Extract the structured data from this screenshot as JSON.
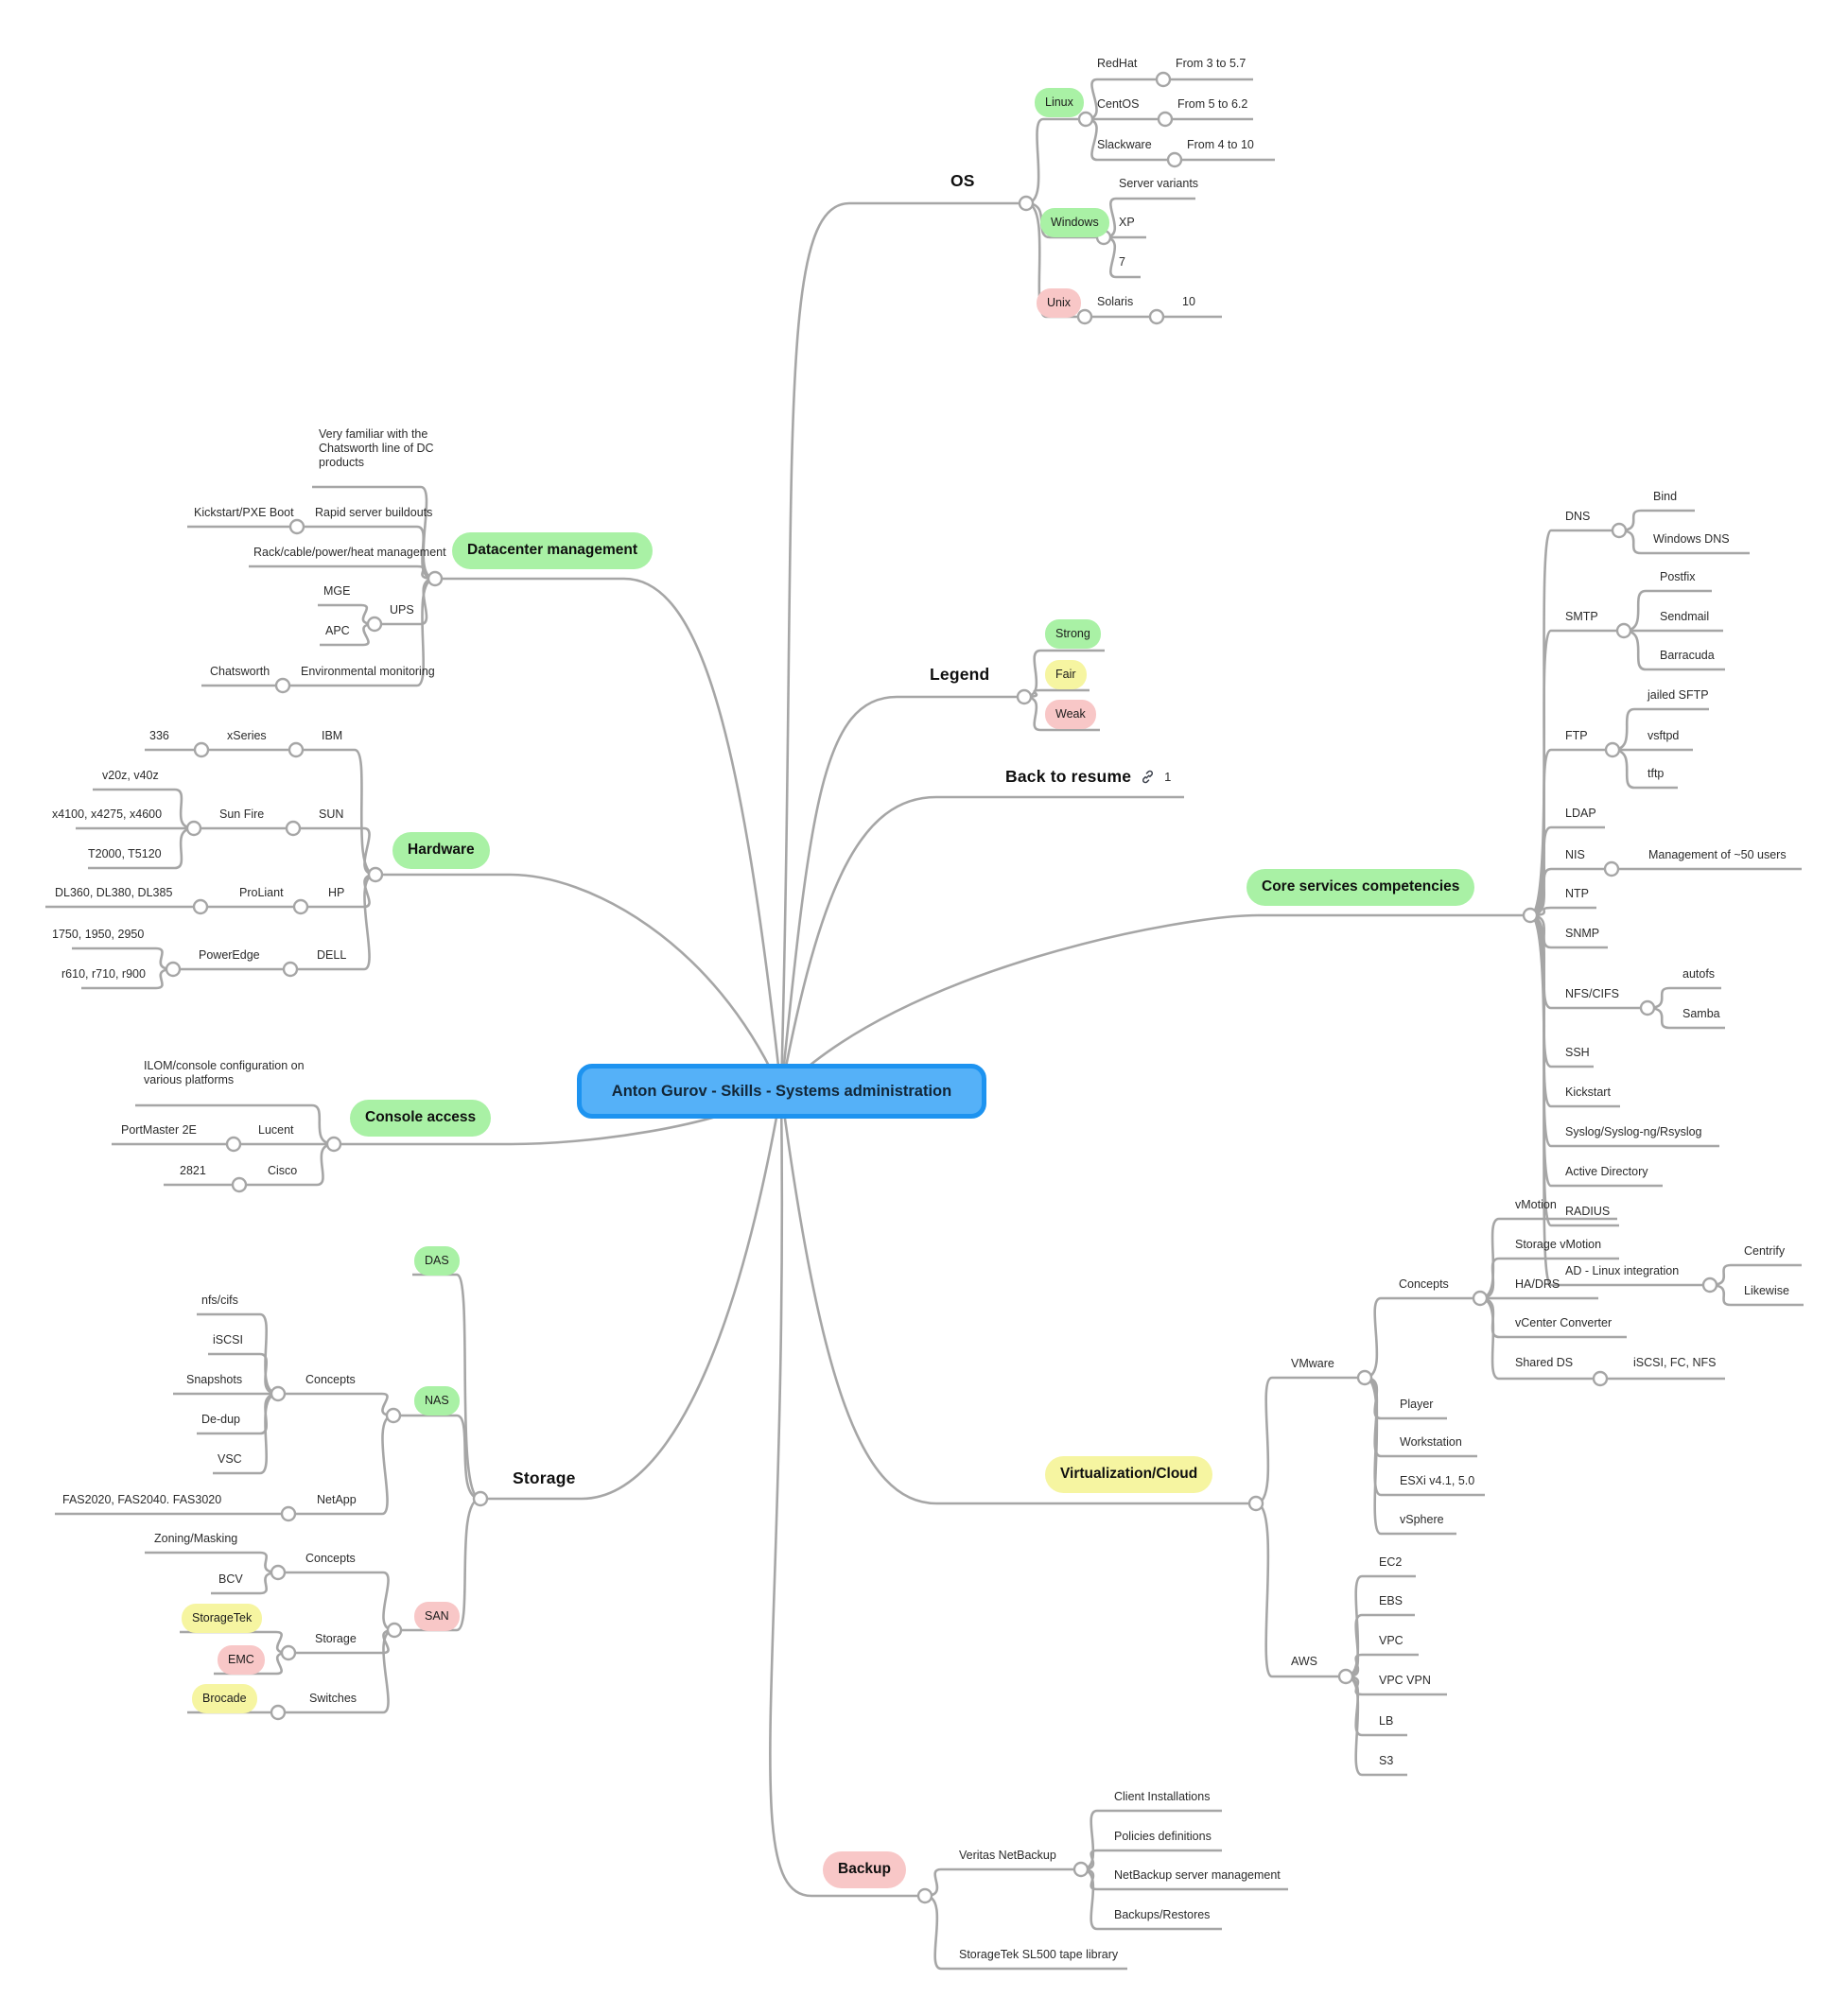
{
  "root": {
    "title": "Anton Gurov - Skills - Systems administration"
  },
  "colors": {
    "strong": "#a9f1a5",
    "fair": "#f6f5a1",
    "weak": "#f8c7c7",
    "root_fill": "#55b1f8",
    "root_border": "#1d93f0",
    "line": "#a6a6a6"
  },
  "nodes": {
    "os": "OS",
    "linux": "Linux",
    "redhat": "RedHat",
    "redhat_ver": "From 3 to 5.7",
    "centos": "CentOS",
    "centos_ver": "From 5 to 6.2",
    "slackware": "Slackware",
    "slackware_ver": "From 4 to 10",
    "windows": "Windows",
    "servervariants": "Server variants",
    "xp": "XP",
    "win7": "7",
    "unix": "Unix",
    "solaris": "Solaris",
    "solaris10": "10",
    "lg": "Legend",
    "lg_strong": "Strong",
    "lg_fair": "Fair",
    "lg_weak": "Weak",
    "btr": "Back to resume",
    "btr_count": "1",
    "cs": "Core services competencies",
    "cs_dns": "DNS",
    "dns_bind": "Bind",
    "dns_win": "Windows DNS",
    "cs_smtp": "SMTP",
    "smtp_postfix": "Postfix",
    "smtp_sendmail": "Sendmail",
    "smtp_barracuda": "Barracuda",
    "cs_ftp": "FTP",
    "ftp_jailed": "jailed SFTP",
    "ftp_vsftpd": "vsftpd",
    "ftp_tftp": "tftp",
    "cs_ldap": "LDAP",
    "cs_nis": "NIS",
    "nis_mgmt": "Management of ~50 users",
    "cs_ntp": "NTP",
    "cs_snmp": "SNMP",
    "cs_nfs": "NFS/CIFS",
    "nfs_autofs": "autofs",
    "nfs_samba": "Samba",
    "cs_ssh": "SSH",
    "cs_kickstart": "Kickstart",
    "cs_syslog": "Syslog/Syslog-ng/Rsyslog",
    "cs_ad": "Active Directory",
    "cs_radius": "RADIUS",
    "cs_adlinux": "AD - Linux integration",
    "adl_centrify": "Centrify",
    "adl_likewise": "Likewise",
    "vc": "Virtualization/Cloud",
    "vc_vmware": "VMware",
    "vm_concepts": "Concepts",
    "cn_vmotion": "vMotion",
    "cn_svmotion": "Storage vMotion",
    "cn_hadrs": "HA/DRS",
    "cn_vcc": "vCenter Converter",
    "cn_shared": "Shared DS",
    "shared_proto": "iSCSI, FC, NFS",
    "vm_player": "Player",
    "vm_workstation": "Workstation",
    "vm_esxi": "ESXi v4.1, 5.0",
    "vm_vsphere": "vSphere",
    "vc_aws": "AWS",
    "aws_ec2": "EC2",
    "aws_ebs": "EBS",
    "aws_vpc": "VPC",
    "aws_vpcvpn": "VPC VPN",
    "aws_lb": "LB",
    "aws_s3": "S3",
    "bk": "Backup",
    "bk_veritas": "Veritas NetBackup",
    "v_client": "Client Installations",
    "v_policies": "Policies definitions",
    "v_mgmt": "NetBackup server management",
    "v_backups": "Backups/Restores",
    "bk_sl500": "StorageTek SL500 tape library",
    "dc": "Datacenter management",
    "dc_familiar": "Very familiar with the Chatsworth line of DC products",
    "dc_rapid": "Rapid server buildouts",
    "dc_kickstart": "Kickstart/PXE Boot",
    "dc_rack": "Rack/cable/power/heat management",
    "dc_ups": "UPS",
    "dc_mge": "MGE",
    "dc_apc": "APC",
    "dc_env": "Environmental monitoring",
    "dc_chatsworth": "Chatsworth",
    "hw": "Hardware",
    "hw_ibm": "IBM",
    "hw_xseries": "xSeries",
    "hw_336": "336",
    "hw_sun": "SUN",
    "hw_sunfire": "Sun Fire",
    "hw_v20z": "v20z, v40z",
    "hw_x4100": "x4100, x4275, x4600",
    "hw_t2000": "T2000, T5120",
    "hw_hp": "HP",
    "hw_proliant": "ProLiant",
    "hw_dl": "DL360, DL380, DL385",
    "hw_dell": "DELL",
    "hw_poweredge": "PowerEdge",
    "hw_1750": "1750, 1950, 2950",
    "hw_r610": "r610, r710, r900",
    "ca": "Console access",
    "ca_ilom": "ILOM/console configuration on various platforms",
    "ca_lucent": "Lucent",
    "ca_portmaster": "PortMaster 2E",
    "ca_cisco": "Cisco",
    "ca_2821": "2821",
    "st": "Storage",
    "st_das": "DAS",
    "st_nas": "NAS",
    "nas_concepts": "Concepts",
    "c_nfscifs": "nfs/cifs",
    "c_iscsi": "iSCSI",
    "c_snapshots": "Snapshots",
    "c_dedup": "De-dup",
    "c_vsc": "VSC",
    "nas_netapp": "NetApp",
    "netapp_fas": "FAS2020, FAS2040. FAS3020",
    "st_san": "SAN",
    "san_concepts": "Concepts",
    "sc_zoning": "Zoning/Masking",
    "sc_bcv": "BCV",
    "san_storage": "Storage",
    "ss_storagetek": "StorageTek",
    "ss_emc": "EMC",
    "san_switches": "Switches",
    "sw_brocade": "Brocade"
  }
}
